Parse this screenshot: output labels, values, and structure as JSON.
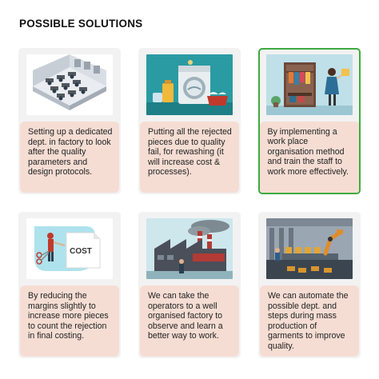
{
  "page": {
    "title": "POSSIBLE SOLUTIONS"
  },
  "colors": {
    "card_bg": "#f2f2f2",
    "caption_bg": "#f5ddd3",
    "selected_border": "#3faa3f"
  },
  "cards": [
    {
      "image_icon": "office-department-illustration",
      "caption": "Setting up a dedicated dept. in factory to look after the quality parameters and design protocols.",
      "selected": false
    },
    {
      "image_icon": "laundry-washing-machine-illustration",
      "caption": "Putting all the rejected pieces due to quality fail, for rewashing (it will increase cost & processes).",
      "selected": false
    },
    {
      "image_icon": "organised-wardrobe-illustration",
      "caption": "By implementing a work place organisation method and train the staff to work more effectively.",
      "selected": true
    },
    {
      "image_icon": "cost-cutting-scissors-illustration",
      "caption": "By reducing the margins slightly to increase more pieces to count the rejection in final costing.",
      "selected": false,
      "image_text": "COST"
    },
    {
      "image_icon": "factory-visit-illustration",
      "caption": "We can take the operators to a well organised factory to observe and learn a better way to work.",
      "selected": false
    },
    {
      "image_icon": "automated-production-line-illustration",
      "caption": "We can automate the possible dept. and steps during mass production of garments to improve quality.",
      "selected": false
    }
  ]
}
